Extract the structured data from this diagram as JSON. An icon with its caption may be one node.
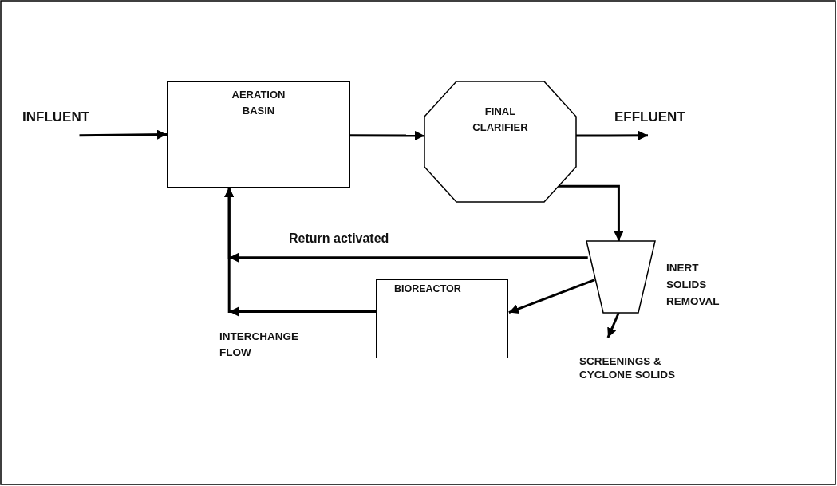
{
  "diagram": {
    "nodes": [
      {
        "text": [
          "INFLUENT"
        ]
      },
      {
        "text": [
          "AERATION BASIN"
        ]
      },
      {
        "text": [
          "FINAL CLARIFIER"
        ]
      },
      {
        "text": [
          "EFFLUENT"
        ]
      },
      {
        "text": [],
        "shape": "trapezoid",
        "beside": [
          "INERT SOLIDS REMOVAL"
        ]
      },
      {
        "text": [
          "BIOREACTOR"
        ]
      },
      {
        "text": [
          "SCREENINGS & CYCLONE SOLIDS"
        ]
      }
    ],
    "edges": [
      {
        "from": 0,
        "to": 1,
        "arrow": "to"
      },
      {
        "from": 1,
        "to": 2,
        "arrow": "to"
      },
      {
        "from": 2,
        "to": 3,
        "arrow": "to"
      },
      {
        "from": 2,
        "to": 4,
        "arrow": "to"
      },
      {
        "from": 4,
        "to": 1,
        "arrow": "to",
        "label": "Return activated"
      },
      {
        "from": 4,
        "to": 5,
        "arrow": "to"
      },
      {
        "from": 5,
        "to": 1,
        "arrow": "to",
        "label": "INTERCHANGE FLOW"
      },
      {
        "from": 4,
        "to": 6,
        "arrow": "to"
      }
    ]
  }
}
